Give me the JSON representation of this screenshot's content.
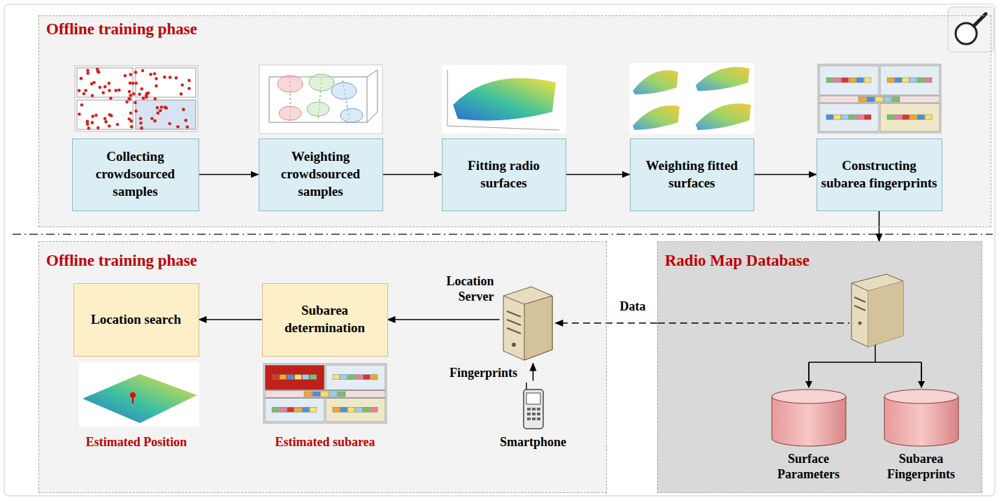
{
  "diagram": {
    "nodes": [
      {
        "text": [
          "Offline training phase"
        ]
      },
      {
        "text": [
          "Collecting crowdsourced samples"
        ],
        "in": 0
      },
      {
        "text": [
          "Weighting crowdsourced samples"
        ],
        "in": 0
      },
      {
        "text": [
          "Fitting radio surfaces"
        ],
        "in": 0
      },
      {
        "text": [
          "Weighting fitted surfaces"
        ],
        "in": 0
      },
      {
        "text": [
          "Constructing subarea fingerprints"
        ],
        "in": 0
      },
      {
        "text": [
          "Offline training phase"
        ]
      },
      {
        "text": [
          "Location search"
        ],
        "in": 6
      },
      {
        "text": [
          "Subarea determination"
        ],
        "in": 6
      },
      {
        "text": [
          "Location Server"
        ],
        "in": 6
      },
      {
        "text": [
          "Smartphone"
        ],
        "in": 6
      },
      {
        "text": [
          "Radio Map Database"
        ]
      },
      {
        "text": [
          "Surface Parameters"
        ],
        "in": 11
      },
      {
        "text": [
          "Subarea Fingerprints"
        ],
        "in": 11
      }
    ],
    "edges": [
      {
        "from": 1,
        "to": 2,
        "arrow": "to"
      },
      {
        "from": 2,
        "to": 3,
        "arrow": "to"
      },
      {
        "from": 3,
        "to": 4,
        "arrow": "to"
      },
      {
        "from": 4,
        "to": 5,
        "arrow": "to"
      },
      {
        "from": 5,
        "to": 11,
        "arrow": "to"
      },
      {
        "from": 11,
        "to": 9,
        "label": "Data",
        "arrow": "to"
      },
      {
        "from": 10,
        "to": 9,
        "label": "Fingerprints",
        "arrow": "to"
      },
      {
        "from": 9,
        "to": 8,
        "arrow": "to"
      },
      {
        "from": 8,
        "to": 7,
        "arrow": "to"
      }
    ],
    "labels": [
      "Estimated Position",
      "Estimated subarea"
    ]
  }
}
